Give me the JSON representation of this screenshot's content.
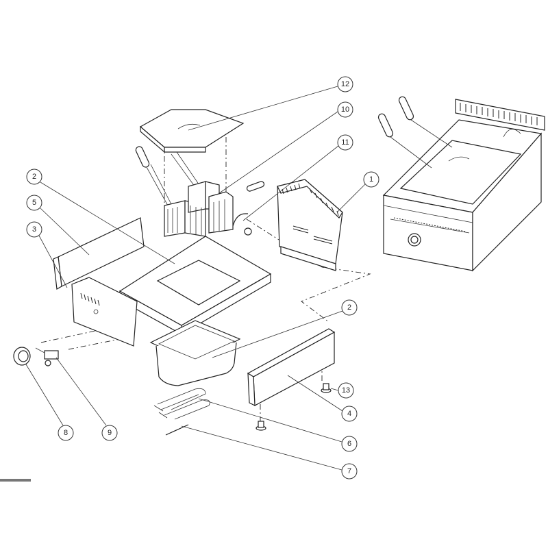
{
  "diagram": {
    "type": "exploded-parts-view",
    "callouts": [
      {
        "id": "c12",
        "label": "12",
        "part": "lid"
      },
      {
        "id": "c10",
        "label": "10",
        "part": "baskets"
      },
      {
        "id": "c11",
        "label": "11",
        "part": "drain-tap"
      },
      {
        "id": "c1",
        "label": "1",
        "part": "back-panel"
      },
      {
        "id": "c2a",
        "label": "2",
        "part": "top-tray"
      },
      {
        "id": "c5",
        "label": "5",
        "part": "side-panel-left"
      },
      {
        "id": "c3",
        "label": "3",
        "part": "end-cap"
      },
      {
        "id": "c2b",
        "label": "2",
        "part": "oil-tank"
      },
      {
        "id": "c13",
        "label": "13",
        "part": "foot"
      },
      {
        "id": "c4",
        "label": "4",
        "part": "side-panel-right"
      },
      {
        "id": "c6",
        "label": "6",
        "part": "heating-element"
      },
      {
        "id": "c7",
        "label": "7",
        "part": "thermostat-probe"
      },
      {
        "id": "c8",
        "label": "8",
        "part": "control-knob"
      },
      {
        "id": "c9",
        "label": "9",
        "part": "thermostat-valve"
      }
    ]
  }
}
